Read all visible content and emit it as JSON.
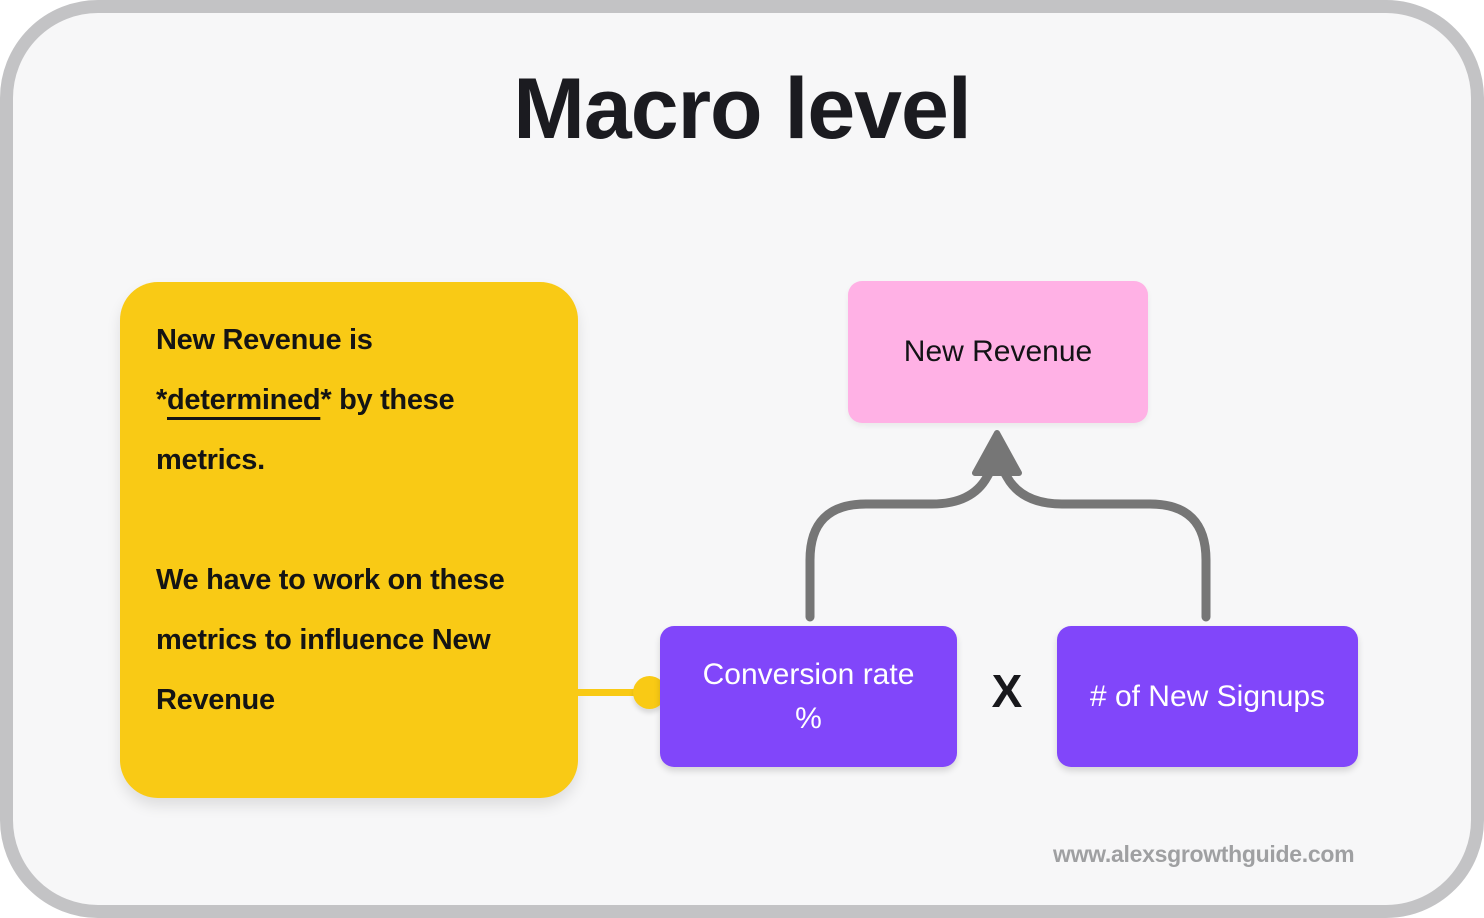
{
  "title": "Macro level",
  "note": {
    "line1": "New Revenue is",
    "line2_pre": "*",
    "line2_underlined": "determined",
    "line2_post": "* by these",
    "line3": "metrics.",
    "line4": "We have to work on these",
    "line5": "metrics to influence New",
    "line6": "Revenue"
  },
  "diagram": {
    "result_box": {
      "label": "New Revenue"
    },
    "factor_box_1": {
      "label_line1": "Conversion rate",
      "label_line2": "%"
    },
    "operator": "X",
    "factor_box_2": {
      "label": "# of New Signups"
    }
  },
  "footer": {
    "watermark": "www.alexsgrowthguide.com"
  },
  "colors": {
    "background": "#f7f7f8",
    "frame_border": "#c3c3c5",
    "note_yellow": "#f9ca15",
    "node_purple": "#8146fa",
    "node_pink": "#ffb1e5",
    "arrow_gray": "#767676",
    "title_text": "#1b1b20",
    "watermark_gray": "#9fa0a2"
  }
}
